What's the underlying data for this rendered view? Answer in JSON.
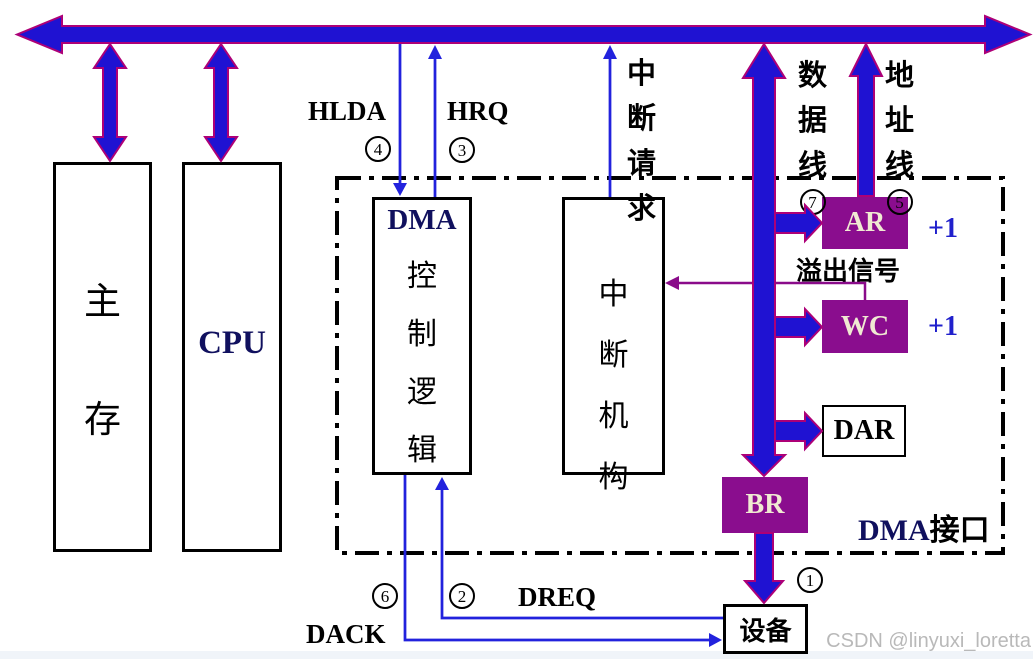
{
  "colors": {
    "bus_blue": "#1f12d2",
    "line_blue": "#2222dd",
    "outline_purple": "#ad0077",
    "register_purple": "#8a0d8e",
    "register_cream": "#f0ead2",
    "signal_purple": "#8a0b8a",
    "navy_text": "#10105e",
    "plus_blue": "#2020cc",
    "watermark_gray": "#b9b9b9"
  },
  "nodes": {
    "main_memory": {
      "label": "主存"
    },
    "cpu": {
      "label": "CPU"
    },
    "dma_logic": {
      "label_latin": "DMA",
      "label_cjk": "控制逻辑"
    },
    "interrupt_unit": {
      "label": "中断机构"
    },
    "ar": {
      "label": "AR"
    },
    "wc": {
      "label": "WC"
    },
    "dar": {
      "label": "DAR"
    },
    "br": {
      "label": "BR"
    },
    "device": {
      "label": "设备"
    },
    "dma_interface": {
      "label_latin": "DMA",
      "label_cjk": "接口"
    }
  },
  "signals": {
    "hlda": {
      "label": "HLDA",
      "step": "4"
    },
    "hrq": {
      "label": "HRQ",
      "step": "3"
    },
    "interrupt_request": {
      "label": "中断请求"
    },
    "data_line": {
      "label": "数据线",
      "step": "7"
    },
    "address_line": {
      "label": "地址线",
      "step": "5"
    },
    "overflow": {
      "label": "溢出信号"
    },
    "ar_increment": {
      "label": "+1"
    },
    "wc_increment": {
      "label": "+1"
    },
    "dreq": {
      "label": "DREQ",
      "step": "2"
    },
    "dack": {
      "label": "DACK",
      "step": "6"
    },
    "br_to_device": {
      "step": "1"
    }
  },
  "watermark": {
    "label": "CSDN @linyuxi_loretta"
  }
}
